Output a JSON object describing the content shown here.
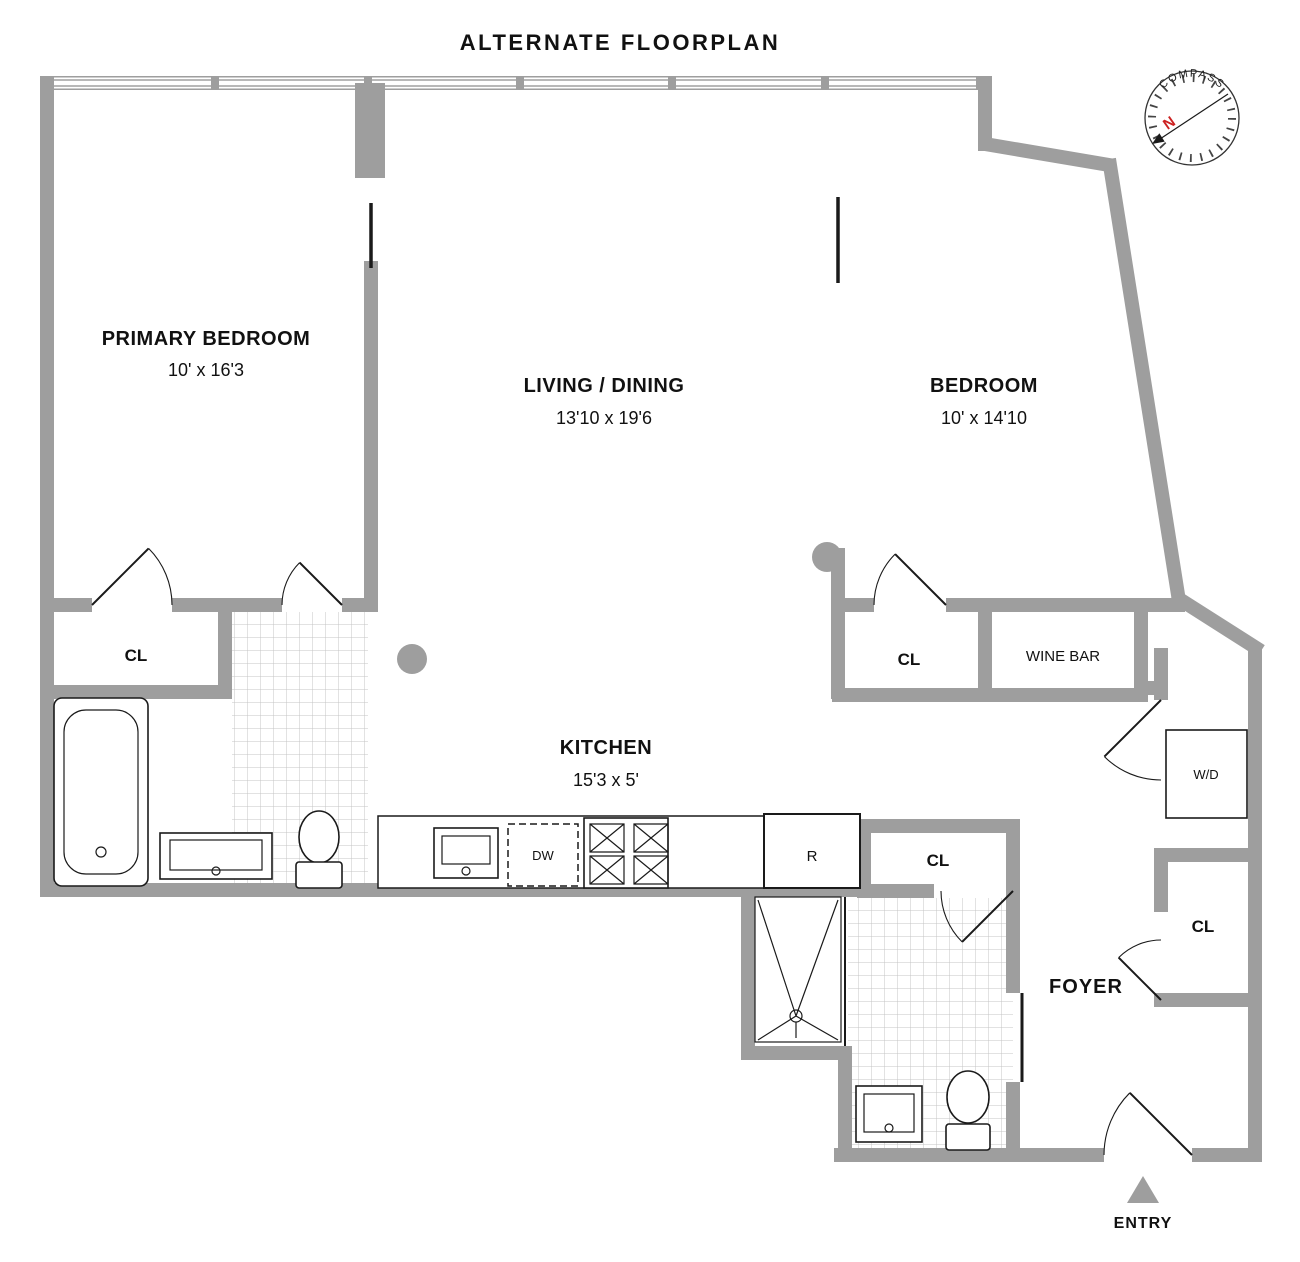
{
  "title": "ALTERNATE FLOORPLAN",
  "compass": {
    "label": "COMPASS",
    "north": "N"
  },
  "rooms": {
    "primary_bedroom": {
      "name": "PRIMARY BEDROOM",
      "dims": "10' x 16'3"
    },
    "living_dining": {
      "name": "LIVING / DINING",
      "dims": "13'10 x 19'6"
    },
    "bedroom": {
      "name": "BEDROOM",
      "dims": "10' x 14'10"
    },
    "kitchen": {
      "name": "KITCHEN",
      "dims": "15'3 x 5'"
    },
    "foyer": {
      "name": "FOYER"
    },
    "entry": {
      "name": "ENTRY"
    }
  },
  "closets": {
    "primary": "CL",
    "bedroom": "CL",
    "hall": "CL",
    "foyer": "CL"
  },
  "features": {
    "wine_bar": "WINE BAR",
    "washer_dryer": "W/D",
    "dishwasher": "DW",
    "refrigerator": "R"
  },
  "colors": {
    "wall": "#9e9e9e",
    "line": "#1a1a1a",
    "tile": "#c4c4c4",
    "north": "#cc2222"
  }
}
